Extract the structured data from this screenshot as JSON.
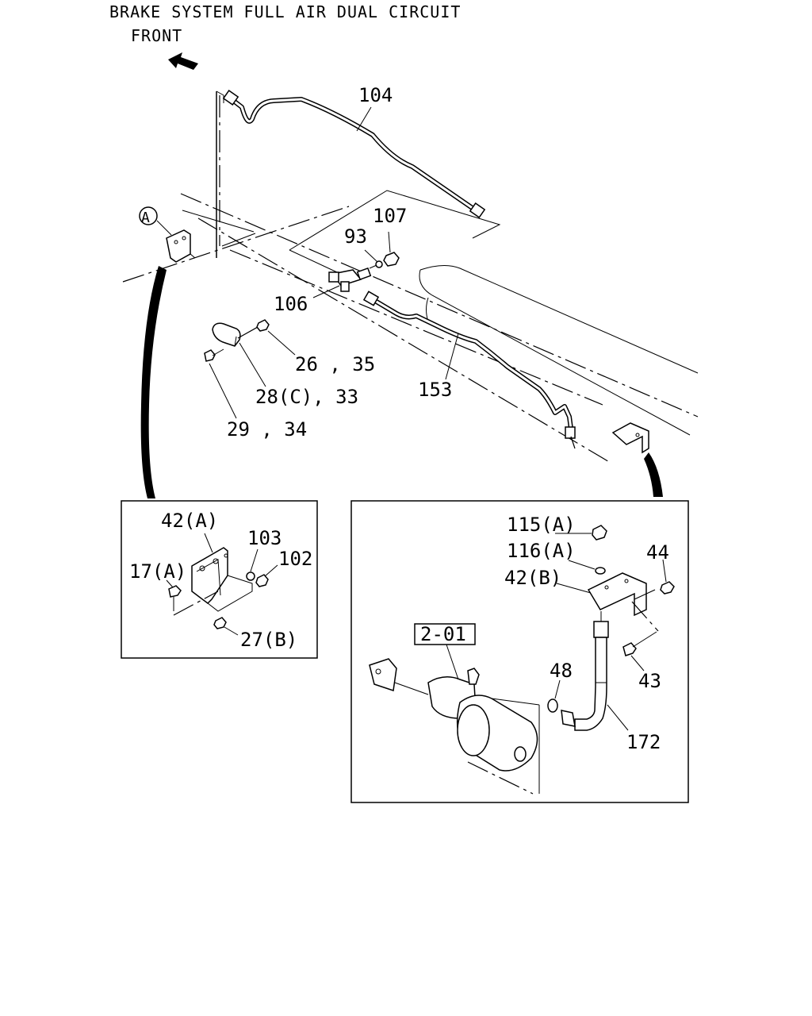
{
  "title": "BRAKE SYSTEM FULL AIR DUAL CIRCUIT",
  "front_label": "FRONT",
  "ref_marker": "A",
  "labels": {
    "p104": "104",
    "p107": "107",
    "p93": "93",
    "p106": "106",
    "p153": "153",
    "p26_35": "26 , 35",
    "p28c_33": "28(C), 33",
    "p29_34": "29 , 34",
    "p42a": "42(A)",
    "p103": "103",
    "p102": "102",
    "p17a": "17(A)",
    "p27b": "27(B)",
    "p115a": "115(A)",
    "p116a": "116(A)",
    "p42b": "42(B)",
    "p44": "44",
    "p2_01": "2-01",
    "p48": "48",
    "p43": "43",
    "p172": "172"
  }
}
